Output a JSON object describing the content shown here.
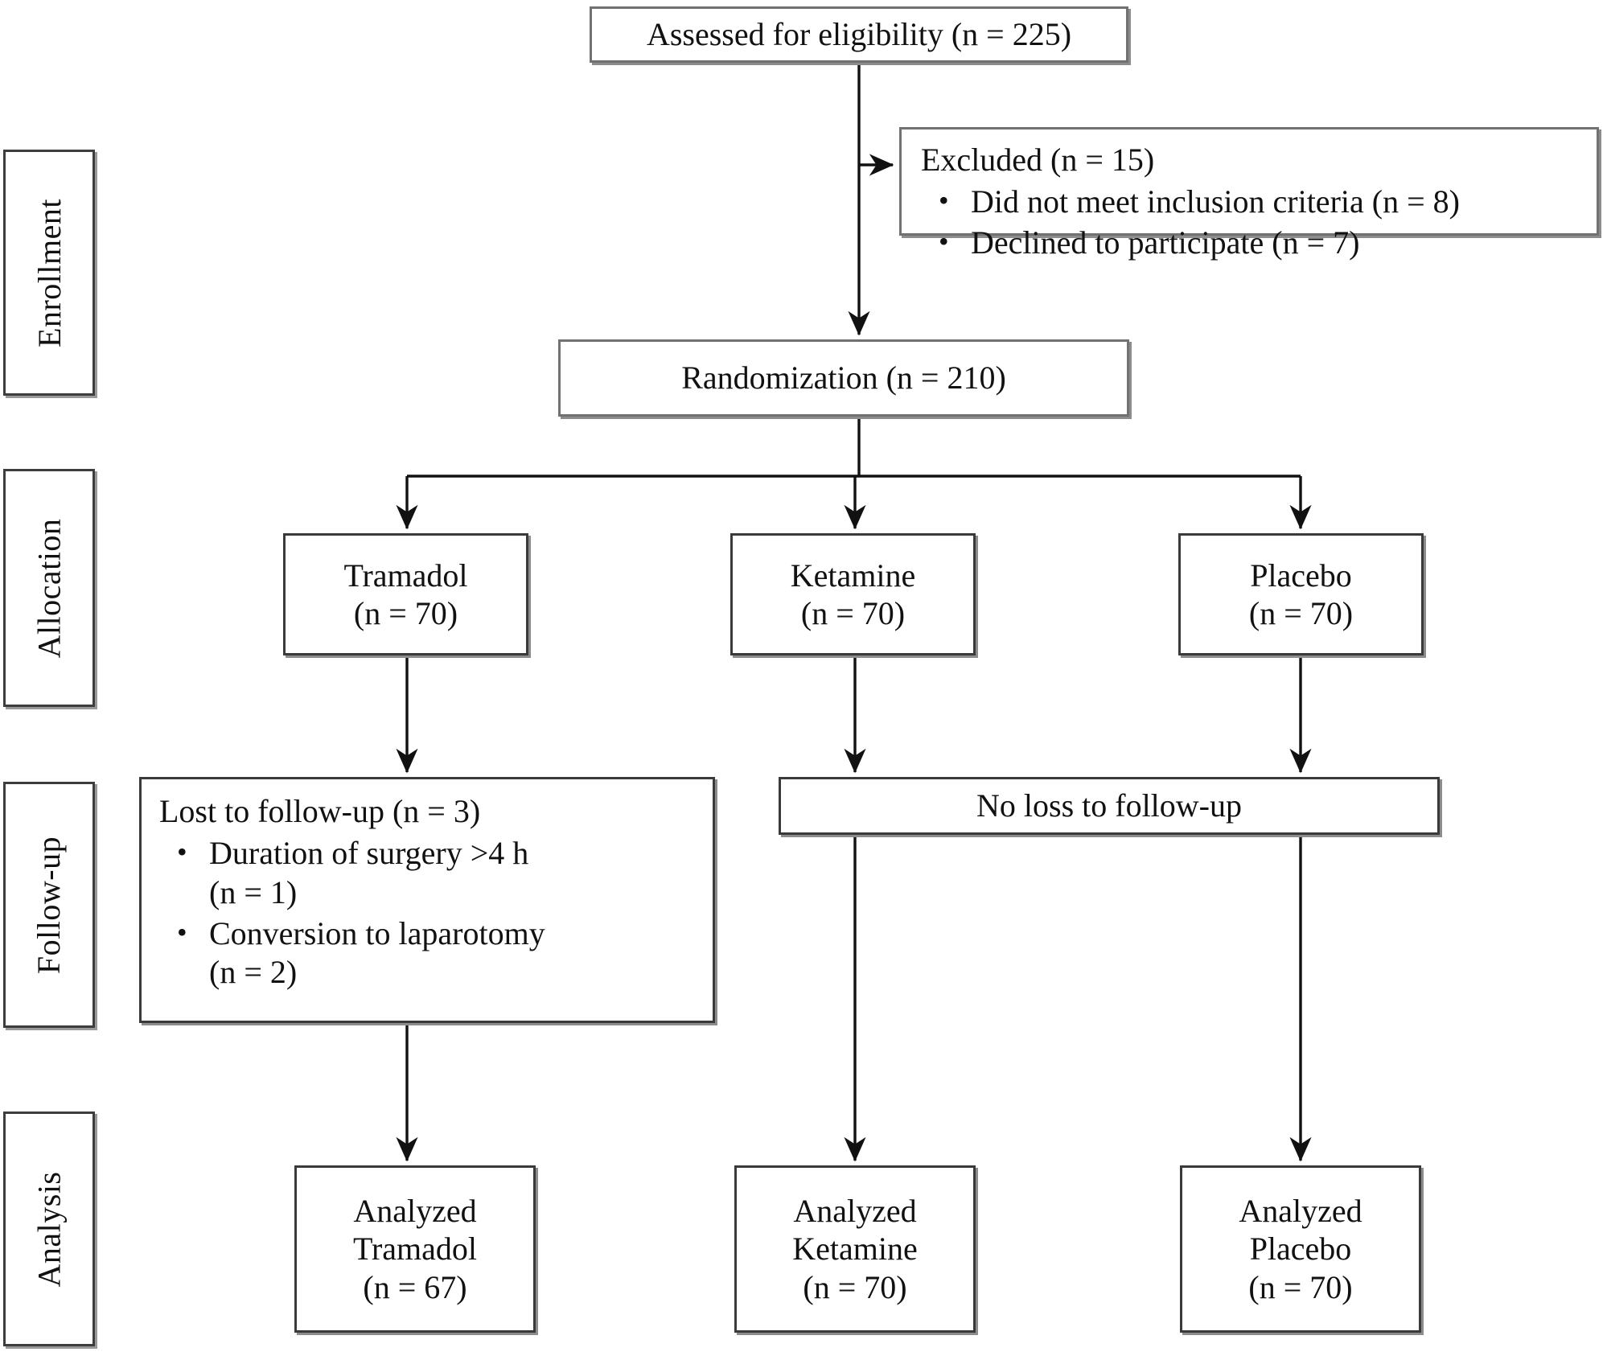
{
  "diagram": {
    "type": "CONSORT participant flow diagram",
    "stages": [
      {
        "key": "enrollment",
        "label": "Enrollment"
      },
      {
        "key": "allocation",
        "label": "Allocation"
      },
      {
        "key": "followup",
        "label": "Follow-up"
      },
      {
        "key": "analysis",
        "label": "Analysis"
      }
    ],
    "nodes": {
      "assessed": {
        "text": "Assessed for eligibility (n = 225)"
      },
      "excluded": {
        "header": "Excluded (n = 15)",
        "bullets": [
          "Did not meet inclusion criteria (n = 8)",
          "Declined to participate (n = 7)"
        ]
      },
      "randomization": {
        "text": "Randomization (n = 210)"
      },
      "alloc_tramadol": {
        "line1": "Tramadol",
        "line2": "(n = 70)"
      },
      "alloc_ketamine": {
        "line1": "Ketamine",
        "line2": "(n = 70)"
      },
      "alloc_placebo": {
        "line1": "Placebo",
        "line2": "(n = 70)"
      },
      "lost_followup": {
        "header": "Lost to follow-up (n = 3)",
        "bullets": [
          {
            "main": "Duration of surgery >4 h",
            "sub": "(n = 1)"
          },
          {
            "main": "Conversion to laparotomy",
            "sub": "(n = 2)"
          }
        ]
      },
      "no_loss": {
        "text": "No loss to follow-up"
      },
      "analyzed_tramadol": {
        "line1": "Analyzed",
        "line2": "Tramadol",
        "line3": "(n = 67)"
      },
      "analyzed_ketamine": {
        "line1": "Analyzed",
        "line2": "Ketamine",
        "line3": "(n = 70)"
      },
      "analyzed_placebo": {
        "line1": "Analyzed",
        "line2": "Placebo",
        "line3": "(n = 70)"
      }
    },
    "counts": {
      "assessed_for_eligibility": 225,
      "excluded_total": 15,
      "excluded_not_meeting_criteria": 8,
      "excluded_declined": 7,
      "randomized": 210,
      "allocated_tramadol": 70,
      "allocated_ketamine": 70,
      "allocated_placebo": 70,
      "lost_to_followup_tramadol": 3,
      "lost_duration_surgery_over_4h": 1,
      "lost_conversion_laparotomy": 2,
      "analyzed_tramadol": 67,
      "analyzed_ketamine": 70,
      "analyzed_placebo": 70
    },
    "colors": {
      "background": "#ffffff",
      "box_border": "#3a3a3a",
      "box_border_light": "#717171",
      "box_shadow": "#8c8c8c",
      "text": "#111111",
      "connector": "#111111"
    }
  }
}
